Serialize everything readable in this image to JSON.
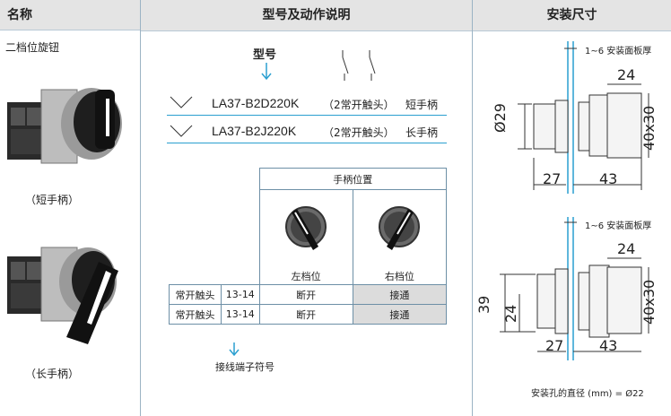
{
  "headers": {
    "name": "名称",
    "model_action": "型号及动作说明",
    "dimensions": "安装尺寸"
  },
  "product_name": "二档位旋钮",
  "caption_short": "（短手柄）",
  "caption_long": "（长手柄）",
  "model_label": "型号",
  "models": [
    {
      "code": "LA37-B2D220K",
      "contacts": "（2常开触头）",
      "handle": "短手柄"
    },
    {
      "code": "LA37-B2J220K",
      "contacts": "（2常开触头）",
      "handle": "长手柄"
    }
  ],
  "switch_table": {
    "header": "手柄位置",
    "positions": [
      "左档位",
      "右档位"
    ],
    "rows": [
      {
        "contact": "常开触头",
        "terminal": "13-14",
        "left": "断开",
        "right": "接通"
      },
      {
        "contact": "常开触头",
        "terminal": "13-14",
        "left": "断开",
        "right": "接通"
      }
    ]
  },
  "terminal_label": "接线端子符号",
  "panel_thickness": "1~6 安装面板厚",
  "drawing1": {
    "d_head": "Ø29",
    "w_top": "24",
    "h_body": "40x30",
    "l1": "27",
    "l2": "43"
  },
  "drawing2": {
    "h_head": "39",
    "h_inner": "24",
    "w_top": "24",
    "h_body": "40x30",
    "l1": "27",
    "l2": "43"
  },
  "hole_note": "安装孔的直径 (mm) = Ø22",
  "colors": {
    "header_bg": "#e4e4e4",
    "grid_line": "#6d8fa6",
    "accent": "#2a9fd0",
    "shade": "#dcdcdc"
  }
}
